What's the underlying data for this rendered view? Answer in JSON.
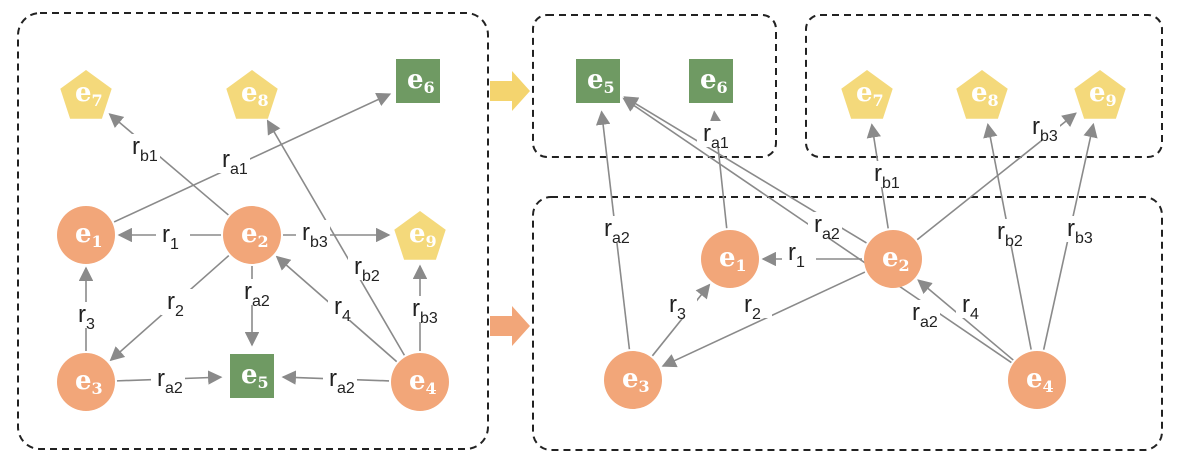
{
  "colors": {
    "circle": "#f2a679",
    "square": "#6f9a63",
    "pentagon": "#f4d97b",
    "arrow_box_yellow": "#f4d46e",
    "arrow_box_orange": "#f2a679",
    "edge": "#8a8a8a"
  },
  "panels": {
    "left": {
      "nodes": [
        {
          "id": "L_e7",
          "shape": "pentagon",
          "main": "e",
          "sub": "7"
        },
        {
          "id": "L_e8",
          "shape": "pentagon",
          "main": "e",
          "sub": "8"
        },
        {
          "id": "L_e6",
          "shape": "square",
          "main": "e",
          "sub": "6"
        },
        {
          "id": "L_e1",
          "shape": "circle",
          "main": "e",
          "sub": "1"
        },
        {
          "id": "L_e2",
          "shape": "circle",
          "main": "e",
          "sub": "2"
        },
        {
          "id": "L_e9",
          "shape": "pentagon",
          "main": "e",
          "sub": "9"
        },
        {
          "id": "L_e3",
          "shape": "circle",
          "main": "e",
          "sub": "3"
        },
        {
          "id": "L_e5",
          "shape": "square",
          "main": "e",
          "sub": "5"
        },
        {
          "id": "L_e4",
          "shape": "circle",
          "main": "e",
          "sub": "4"
        }
      ],
      "edges": [
        {
          "id": "L_r_a1",
          "main": "r",
          "sub": "a1"
        },
        {
          "id": "L_r_b1",
          "main": "r",
          "sub": "b1"
        },
        {
          "id": "L_r_1",
          "main": "r",
          "sub": "1"
        },
        {
          "id": "L_r_b3_top",
          "main": "r",
          "sub": "b3"
        },
        {
          "id": "L_r_2",
          "main": "r",
          "sub": "2"
        },
        {
          "id": "L_r_a2_mid",
          "main": "r",
          "sub": "a2"
        },
        {
          "id": "L_r_b2",
          "main": "r",
          "sub": "b2"
        },
        {
          "id": "L_r_4",
          "main": "r",
          "sub": "4"
        },
        {
          "id": "L_r_b3_low",
          "main": "r",
          "sub": "b3"
        },
        {
          "id": "L_r_3",
          "main": "r",
          "sub": "3"
        },
        {
          "id": "L_r_a2_left",
          "main": "r",
          "sub": "a2"
        },
        {
          "id": "L_r_a2_right",
          "main": "r",
          "sub": "a2"
        }
      ]
    },
    "right_top_green": {
      "nodes": [
        {
          "id": "R_e5",
          "shape": "square",
          "main": "e",
          "sub": "5"
        },
        {
          "id": "R_e6",
          "shape": "square",
          "main": "e",
          "sub": "6"
        }
      ]
    },
    "right_top_yellow": {
      "nodes": [
        {
          "id": "R_e7",
          "shape": "pentagon",
          "main": "e",
          "sub": "7"
        },
        {
          "id": "R_e8",
          "shape": "pentagon",
          "main": "e",
          "sub": "8"
        },
        {
          "id": "R_e9",
          "shape": "pentagon",
          "main": "e",
          "sub": "9"
        }
      ]
    },
    "right_bottom": {
      "nodes": [
        {
          "id": "R_e1",
          "shape": "circle",
          "main": "e",
          "sub": "1"
        },
        {
          "id": "R_e2",
          "shape": "circle",
          "main": "e",
          "sub": "2"
        },
        {
          "id": "R_e3",
          "shape": "circle",
          "main": "e",
          "sub": "3"
        },
        {
          "id": "R_e4",
          "shape": "circle",
          "main": "e",
          "sub": "4"
        }
      ],
      "edges": [
        {
          "id": "R_r_a1",
          "main": "r",
          "sub": "a1"
        },
        {
          "id": "R_r_a2_e3",
          "main": "r",
          "sub": "a2"
        },
        {
          "id": "R_r_a2_e2",
          "main": "r",
          "sub": "a2"
        },
        {
          "id": "R_r_a2_e4",
          "main": "r",
          "sub": "a2"
        },
        {
          "id": "R_r_1",
          "main": "r",
          "sub": "1"
        },
        {
          "id": "R_r_2",
          "main": "r",
          "sub": "2"
        },
        {
          "id": "R_r_3",
          "main": "r",
          "sub": "3"
        },
        {
          "id": "R_r_4",
          "main": "r",
          "sub": "4"
        },
        {
          "id": "R_r_b1",
          "main": "r",
          "sub": "b1"
        },
        {
          "id": "R_r_b2",
          "main": "r",
          "sub": "b2"
        },
        {
          "id": "R_r_b3",
          "main": "r",
          "sub": "b3"
        }
      ]
    }
  }
}
